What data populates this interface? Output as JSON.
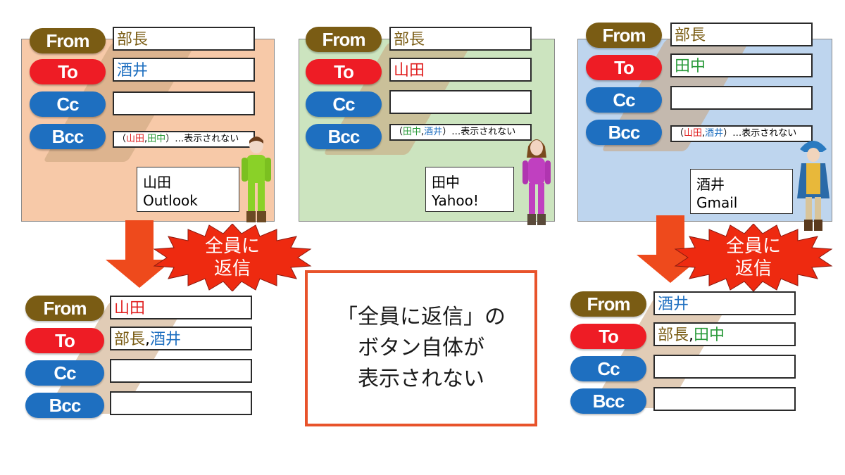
{
  "labels": {
    "from": "From",
    "to": "To",
    "cc": "Cc",
    "bcc": "Bcc"
  },
  "colors": {
    "from_pill": "#7a5c14",
    "to_pill": "#ee1c25",
    "cc_pill": "#1e6fc0",
    "bcc_pill": "#1e6fc0",
    "panel1": "#f7c9a8",
    "panel2": "#cce4bf",
    "panel3": "#bed5ee",
    "boss": "#7a5c14",
    "sakai": "#1e6fc0",
    "yamada": "#e02020",
    "tanaka": "#2a9a3a",
    "arrow": "#ee4a1c",
    "burst": "#ee2a10",
    "notice_border": "#e8532b"
  },
  "panel1": {
    "from": "部長",
    "to": "酒井",
    "cc": "",
    "bcc": {
      "open": "（",
      "n1": "山田",
      "sep": ",",
      "n2": "田中",
      "close": "）…表示されない"
    },
    "user_name": "山田",
    "user_app": "Outlook"
  },
  "panel2": {
    "from": "部長",
    "to": "山田",
    "cc": "",
    "bcc": {
      "open": "（",
      "n1": "田中",
      "sep": ",",
      "n2": "酒井",
      "close": "）…表示されない"
    },
    "user_name": "田中",
    "user_app": "Yahoo!"
  },
  "panel3": {
    "from": "部長",
    "to": "田中",
    "cc": "",
    "bcc": {
      "open": "（",
      "n1": "山田",
      "sep": ",",
      "n2": "酒井",
      "close": "）…表示されない"
    },
    "user_name": "酒井",
    "user_app": "Gmail"
  },
  "reply_burst": {
    "line1": "全員に",
    "line2": "返信"
  },
  "reply1": {
    "from": "山田",
    "to_a": "部長",
    "to_sep": ",",
    "to_b": "酒井",
    "cc": "",
    "bcc": ""
  },
  "reply3": {
    "from": "酒井",
    "to_a": "部長",
    "to_sep": ",",
    "to_b": "田中",
    "cc": "",
    "bcc": ""
  },
  "notice": {
    "line1": "「全員に返信」の",
    "line2": "ボタン自体が",
    "line3": "表示されない"
  }
}
